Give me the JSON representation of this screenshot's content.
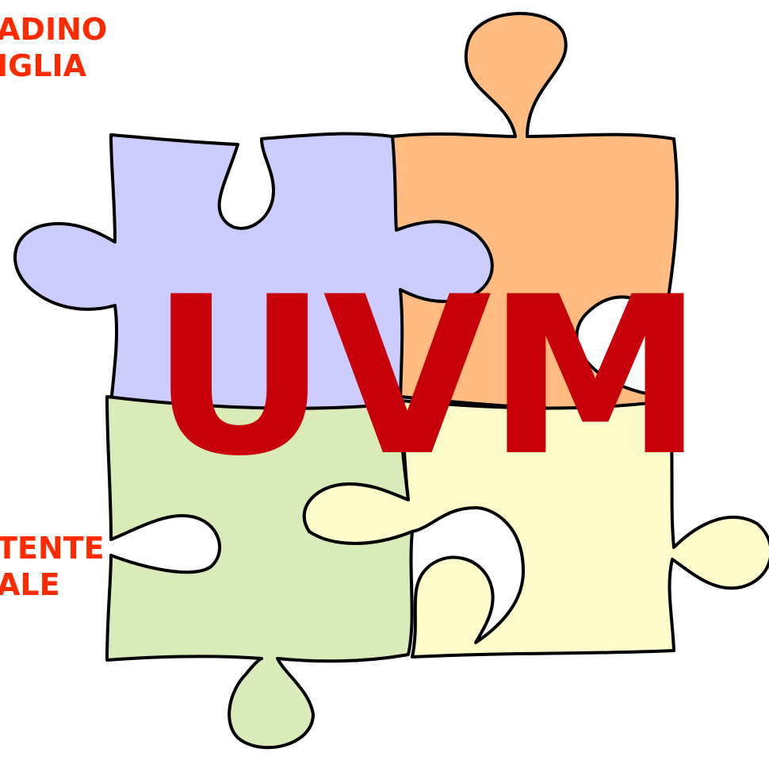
{
  "labels": {
    "top_line1": "ADINO",
    "top_line2": "IGLIA",
    "bottom_line1": "TENTE",
    "bottom_line2": "ALE"
  },
  "center_title": "UVM",
  "pieces": [
    {
      "name": "top-left",
      "color": "#ccccff"
    },
    {
      "name": "top-right",
      "color": "#ffbb80"
    },
    {
      "name": "bottom-left",
      "color": "#d9ebb8"
    },
    {
      "name": "bottom-right",
      "color": "#fffccc"
    }
  ],
  "colors": {
    "outline": "#000000",
    "label_text": "#ff2a00",
    "center_text": "#c8000a"
  }
}
